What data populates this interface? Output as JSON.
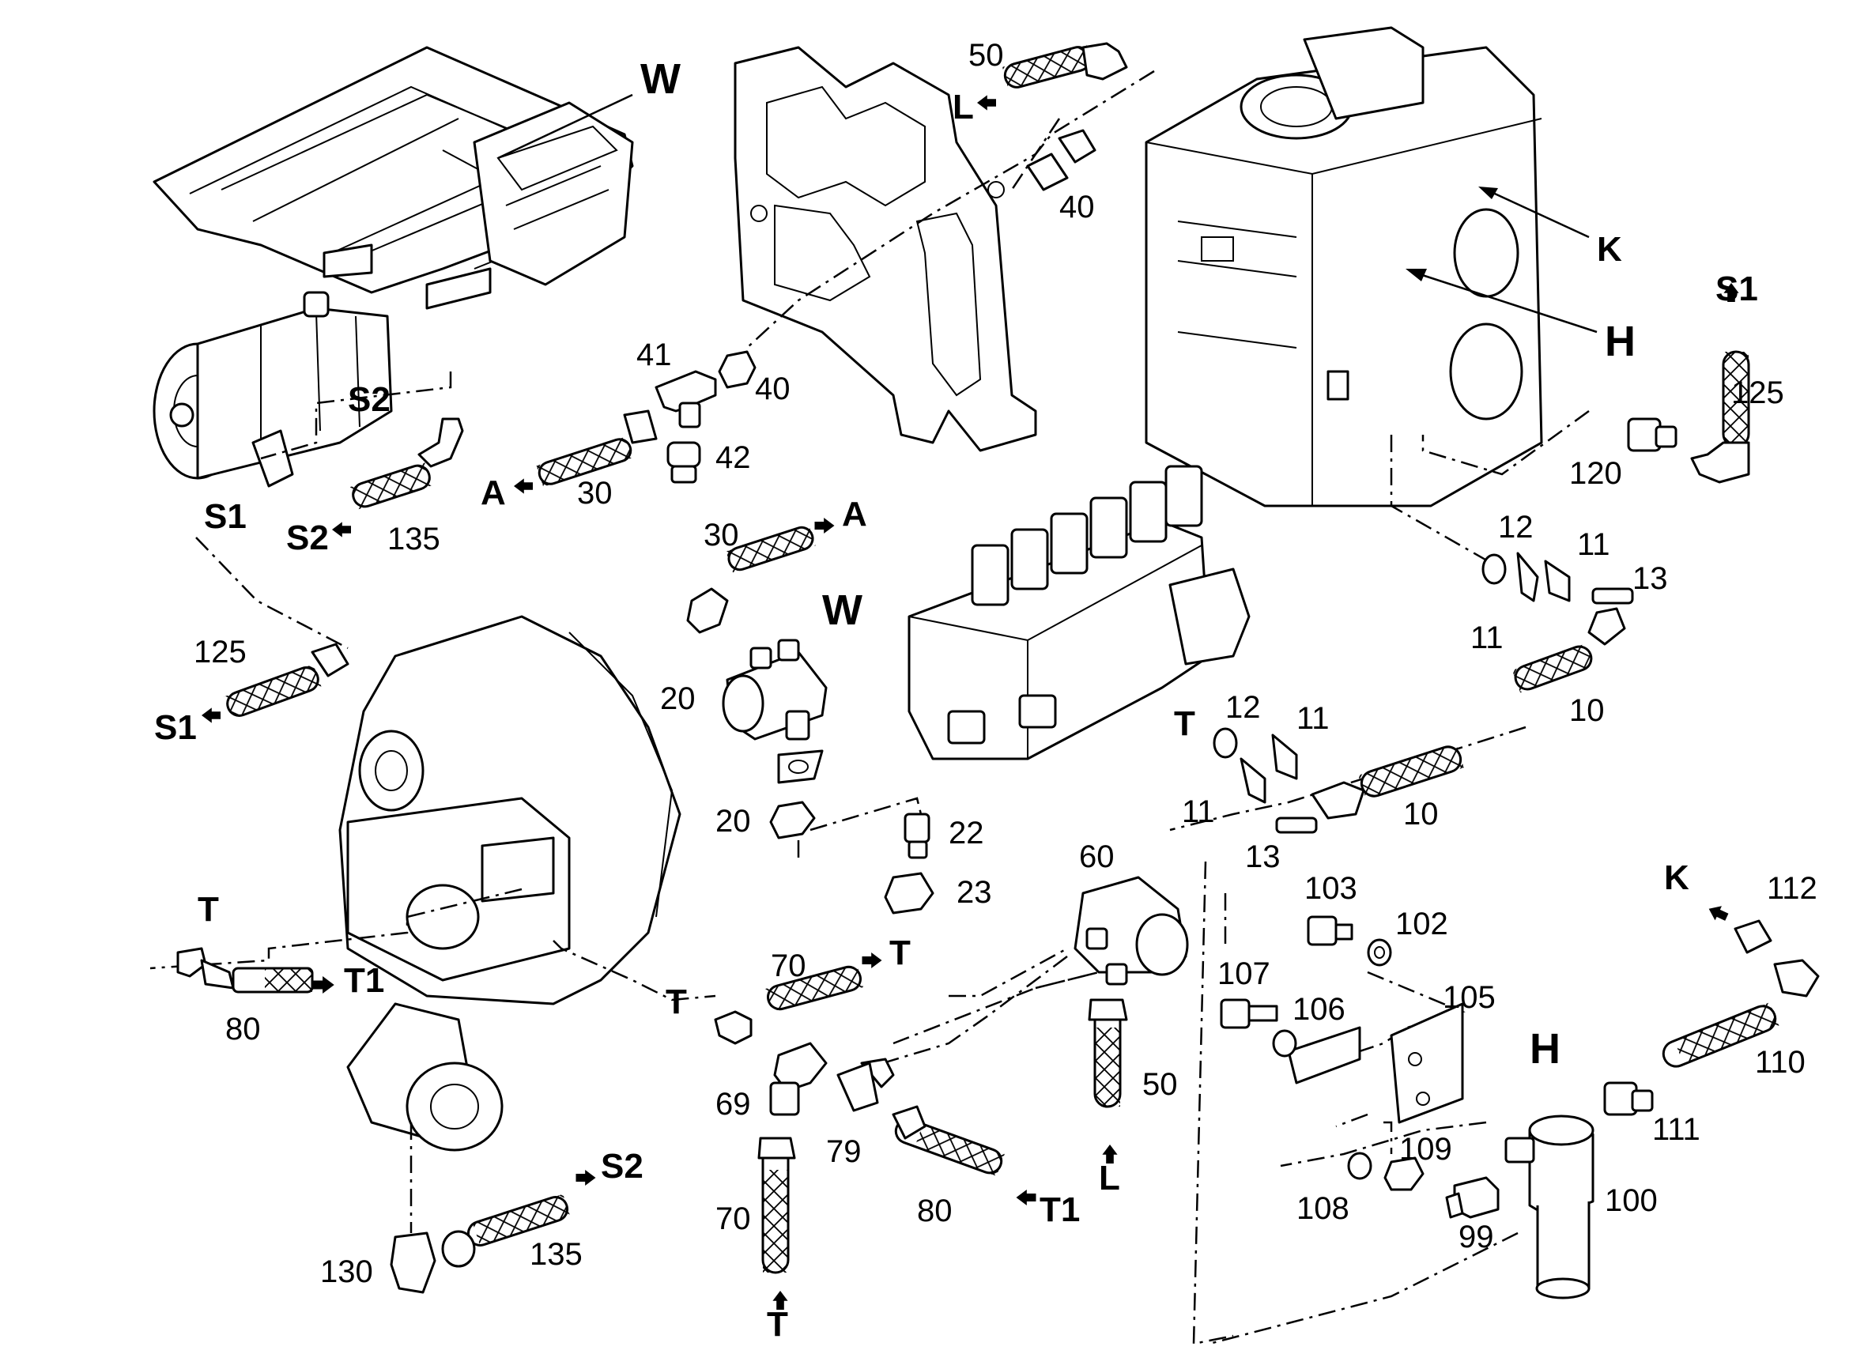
{
  "diagram": {
    "callouts": {
      "W": "W",
      "K": "K",
      "H": "H",
      "S1": "S1",
      "S2": "S2",
      "A": "A",
      "L": "L",
      "T": "T",
      "T1": "T1"
    },
    "part_numbers": {
      "p10": "10",
      "p11": "11",
      "p12": "12",
      "p13": "13",
      "p20": "20",
      "p22": "22",
      "p23": "23",
      "p30": "30",
      "p40": "40",
      "p41": "41",
      "p42": "42",
      "p50": "50",
      "p60": "60",
      "p69": "69",
      "p70": "70",
      "p79": "79",
      "p80": "80",
      "p99": "99",
      "p100": "100",
      "p102": "102",
      "p103": "103",
      "p105": "105",
      "p106": "106",
      "p107": "107",
      "p108": "108",
      "p109": "109",
      "p110": "110",
      "p111": "111",
      "p112": "112",
      "p120": "120",
      "p125": "125",
      "p130": "130",
      "p135": "135"
    }
  }
}
